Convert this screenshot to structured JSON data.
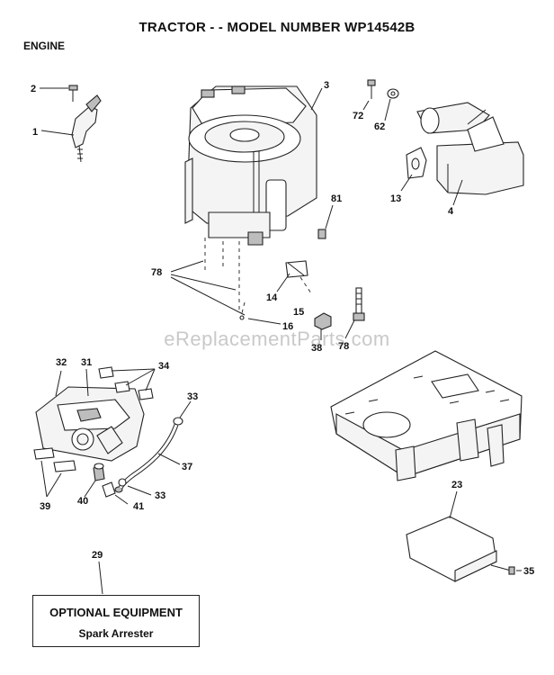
{
  "header": {
    "title": "TRACTOR - - MODEL NUMBER WP14542B",
    "section": "ENGINE"
  },
  "watermark": "eReplacementParts.com",
  "callouts": {
    "c1": "1",
    "c2": "2",
    "c3": "3",
    "c4": "4",
    "c13": "13",
    "c14": "14",
    "c15": "15",
    "c16": "16",
    "c23": "23",
    "c29": "29",
    "c31": "31",
    "c32": "32",
    "c33a": "33",
    "c33b": "33",
    "c34": "34",
    "c35": "35",
    "c37": "37",
    "c38": "38",
    "c39": "39",
    "c40": "40",
    "c41": "41",
    "c62": "62",
    "c72": "72",
    "c78a": "78",
    "c78b": "78",
    "c81": "81"
  },
  "optional": {
    "title": "OPTIONAL EQUIPMENT",
    "item": "Spark Arrester"
  }
}
